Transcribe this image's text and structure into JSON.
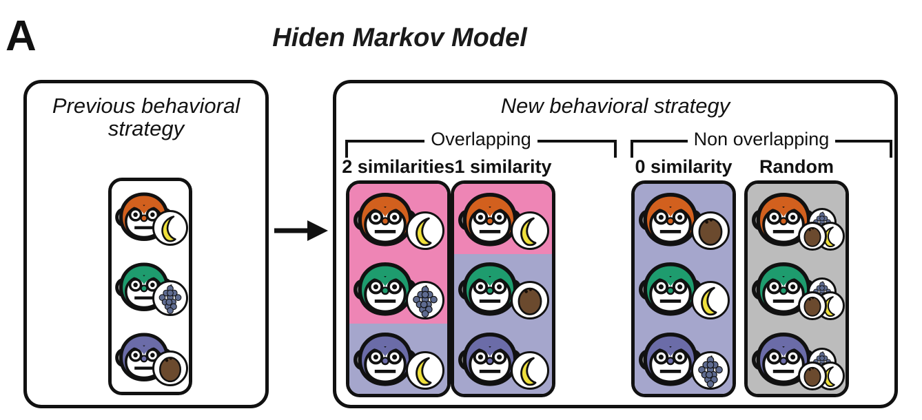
{
  "figure": {
    "panel_letter": "A",
    "title": "Hiden Markov Model"
  },
  "colors": {
    "monkey_orange": "#D2601E",
    "monkey_green": "#1E9C6E",
    "monkey_purple": "#6B6CA8",
    "band_pink": "#EE85B5",
    "band_lavender": "#A5A6CC",
    "band_gray": "#BCBCBC",
    "outline_black": "#111111",
    "banana_yellow": "#EFE03C",
    "grape_blue": "#5E6B90",
    "kiwi_brown": "#6B4A2E",
    "page_white": "#FFFFFF"
  },
  "previous_panel": {
    "heading": "Previous behavioral strategy",
    "rows": [
      {
        "monkey_color_name": "orange",
        "monkey_color": "#D2601E",
        "fruit": "banana",
        "background": "#FFFFFF"
      },
      {
        "monkey_color_name": "green",
        "monkey_color": "#1E9C6E",
        "fruit": "grapes",
        "background": "#FFFFFF"
      },
      {
        "monkey_color_name": "purple",
        "monkey_color": "#6B6CA8",
        "fruit": "kiwi",
        "background": "#FFFFFF"
      }
    ]
  },
  "new_panel": {
    "heading": "New behavioral strategy",
    "brackets": [
      {
        "label": "Overlapping",
        "columns": 2
      },
      {
        "label": "Non overlapping",
        "columns": 2
      }
    ],
    "columns": [
      {
        "title": "2 similarities",
        "group": "Overlapping",
        "rows": [
          {
            "monkey_color_name": "orange",
            "monkey_color": "#D2601E",
            "fruit": "banana",
            "background": "#EE85B5",
            "matches_previous": true
          },
          {
            "monkey_color_name": "green",
            "monkey_color": "#1E9C6E",
            "fruit": "grapes",
            "background": "#EE85B5",
            "matches_previous": true
          },
          {
            "monkey_color_name": "purple",
            "monkey_color": "#6B6CA8",
            "fruit": "banana",
            "background": "#A5A6CC",
            "matches_previous": false
          }
        ]
      },
      {
        "title": "1 similarity",
        "group": "Overlapping",
        "rows": [
          {
            "monkey_color_name": "orange",
            "monkey_color": "#D2601E",
            "fruit": "banana",
            "background": "#EE85B5",
            "matches_previous": true
          },
          {
            "monkey_color_name": "green",
            "monkey_color": "#1E9C6E",
            "fruit": "kiwi",
            "background": "#A5A6CC",
            "matches_previous": false
          },
          {
            "monkey_color_name": "purple",
            "monkey_color": "#6B6CA8",
            "fruit": "banana",
            "background": "#A5A6CC",
            "matches_previous": false
          }
        ]
      },
      {
        "title": "0 similarity",
        "group": "Non overlapping",
        "rows": [
          {
            "monkey_color_name": "orange",
            "monkey_color": "#D2601E",
            "fruit": "kiwi",
            "background": "#A5A6CC",
            "matches_previous": false
          },
          {
            "monkey_color_name": "green",
            "monkey_color": "#1E9C6E",
            "fruit": "banana",
            "background": "#A5A6CC",
            "matches_previous": false
          },
          {
            "monkey_color_name": "purple",
            "monkey_color": "#6B6CA8",
            "fruit": "grapes",
            "background": "#A5A6CC",
            "matches_previous": false
          }
        ]
      },
      {
        "title": "Random",
        "group": "Non overlapping",
        "rows": [
          {
            "monkey_color_name": "orange",
            "monkey_color": "#D2601E",
            "fruit": "all",
            "background": "#BCBCBC",
            "matches_previous": false
          },
          {
            "monkey_color_name": "green",
            "monkey_color": "#1E9C6E",
            "fruit": "all",
            "background": "#BCBCBC",
            "matches_previous": false
          },
          {
            "monkey_color_name": "purple",
            "monkey_color": "#6B6CA8",
            "fruit": "all",
            "background": "#BCBCBC",
            "matches_previous": false
          }
        ]
      }
    ]
  },
  "arrow": {
    "direction": "right"
  }
}
